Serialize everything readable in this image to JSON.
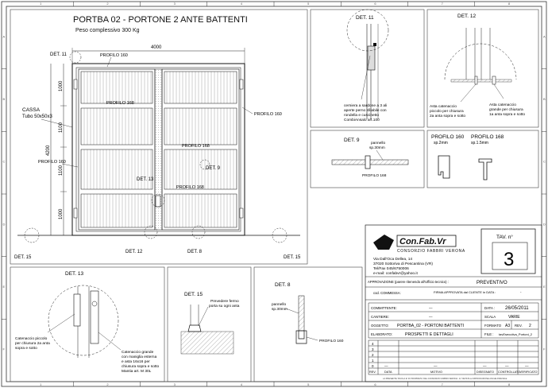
{
  "title": "PORTBA 02 - PORTONE 2 ANTE BATTENTI",
  "subtitle": "Peso complessivo 300 Kg",
  "main": {
    "width_dim": "4000",
    "height_dim": "4200",
    "dims_vertical": [
      "1000",
      "1100",
      "1100",
      "1000"
    ],
    "cassa_label": [
      "CASSA",
      "Tubo 50x50x3"
    ],
    "profilo_160_labels": [
      "PROFILO 160",
      "PROFILO 160",
      "PROFILO 160"
    ],
    "profilo_168_labels": [
      "PROFILO 168",
      "PROFILO 168",
      "PROFILO 168"
    ],
    "det_refs": {
      "det11": "DET. 11",
      "det9": "DET. 9",
      "det13": "DET. 13",
      "det12": "DET. 12",
      "det8": "DET. 8",
      "det15_left": "DET. 15",
      "det15_right": "DET. 15"
    },
    "markers": [
      "9",
      "11",
      "12",
      "13",
      "8",
      "15",
      "15"
    ]
  },
  "det11": {
    "title": "DET. 11",
    "caption": [
      "cerniera a sardone a 3 ali",
      "aperte perno sfilabile con",
      "rondella e cuscinetto",
      "CombiAnsalo art.100"
    ]
  },
  "det12": {
    "title": "DET. 12",
    "left_caption": [
      "Asta catenaccio",
      "piccolo per chiusura",
      "2a anta sopra e sotto"
    ],
    "right_caption": [
      "Asta catenaccio",
      "grande per chiusura",
      "1a anta sopra e sotto"
    ]
  },
  "det9": {
    "title": "DET. 9",
    "panel_label": [
      "pannello",
      "sp.30mm"
    ],
    "profile_label": "PROFILO 168"
  },
  "profiles": {
    "p160_title": "PROFILO 160",
    "p160_sub": "sp.2mm",
    "p168_title": "PROFILO 168",
    "p168_sub": "sp.1.5mm"
  },
  "det13": {
    "title": "DET. 13",
    "left_caption": [
      "Catenaccio piccolo",
      "per chiusura 2a anta",
      "sopra e sotto"
    ],
    "right_caption": [
      "Catenaccio grande",
      "con maniglia esterna",
      "e asta 16x16 per",
      "chiusura sopra e sotto",
      "Mantia art. M 30L"
    ]
  },
  "det15": {
    "title": "DET. 15",
    "caption": [
      "Prevedere fermo",
      "porta su ogni anta"
    ]
  },
  "det8": {
    "title": "DET. 8",
    "panel_label": [
      "pannello",
      "sp.30mm"
    ],
    "profile_label": "PROFILO 160"
  },
  "titleblock": {
    "logo_text": "Con.Fab.Vr",
    "logo_sub": "CONSORZIO FABBRI VERONA",
    "tav_label": "TAV. n°",
    "tav_number": "3",
    "address": [
      "Via Dall'Oca Dellea, 14",
      "37020 Sottoriva di Pescantina (VR)",
      "Tel/Fax 045/6750006",
      "e-mail: confabvr@yahoo.it"
    ],
    "approval_label": "APPROVAZIONE (parere ritenendo all'Ufficio tecnico) :",
    "approval_value": "PREVENTIVO",
    "commessa_label": "cod. COMMESSA:",
    "firma_label": "FIRMA APPROVATA dal CLIENTE in DATA :",
    "firma_value": "-",
    "committente_label": "COMMITTENTE:",
    "committente_value": "—",
    "data_label": "DATA :",
    "data_value": "26/05/2011",
    "cantiere_label": "CANTIERE:",
    "cantiere_value": "—",
    "scala_label": "SCALA",
    "scala_value": "VARIE",
    "oggetto_label": "OGGETTO:",
    "oggetto_value": "PORTBA_02 - PORTONI BATTENTI",
    "formato_label": "FORMATO",
    "formato_value": "A3",
    "rev_label": "REV.",
    "rev_value": "2",
    "elaborato_label": "ELABORATO:",
    "elaborato_value": "PROSPETTI E DETTAGLI",
    "file_label": "FILE :",
    "file_value": "tavEsecutiva_Portoni_2",
    "rev_rows": [
      "4",
      "3",
      "2",
      "1",
      "0"
    ],
    "rev_row0": [
      "—",
      "—",
      "—",
      "—",
      "—"
    ],
    "rev_cols": [
      "REV.",
      "DATA",
      "MOTIVO",
      "DISEGNATO",
      "CONTROLLATO",
      "VERIFICATO"
    ],
    "footer": "LA PRESENTE TAVOLA E' DI PROPRIETA' DEL CONSORZIO FABBRI VERONA - E' VIETATA LA RIPRODUZIONE ANCHE PARZIALE"
  },
  "frame": {
    "cols": [
      "1",
      "2",
      "3",
      "4",
      "5",
      "6",
      "7",
      "8"
    ],
    "rows": [
      "A",
      "B",
      "C",
      "D",
      "E",
      "F"
    ]
  }
}
